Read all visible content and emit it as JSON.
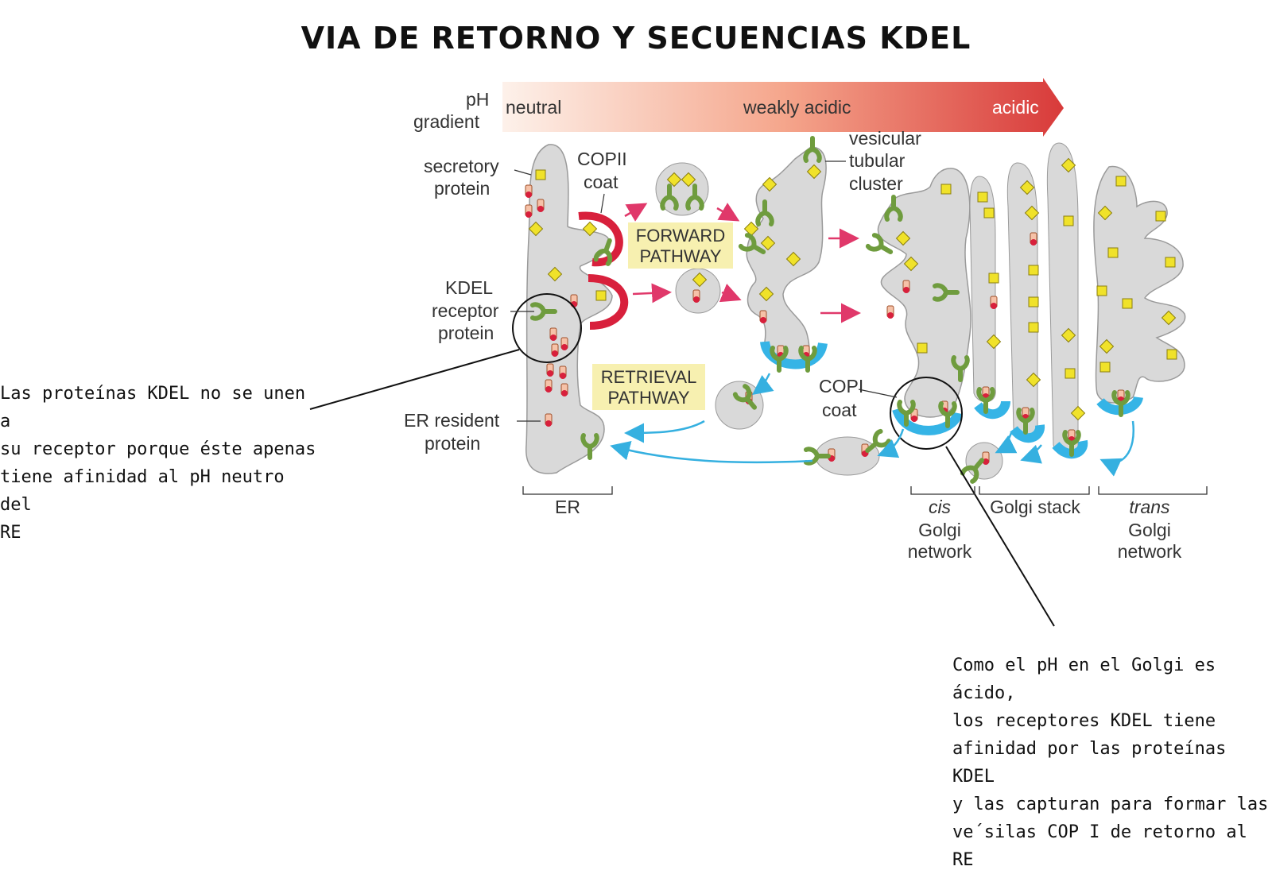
{
  "title": "VIA DE RETORNO Y SECUENCIAS KDEL",
  "ph_gradient": {
    "label_line1": "pH",
    "label_line2": "gradient",
    "stops": [
      "neutral",
      "weakly acidic",
      "acidic"
    ],
    "colors": {
      "start": "#fbe6dc",
      "end": "#d83a3a"
    }
  },
  "labels": {
    "secretory_1": "secretory",
    "secretory_2": "protein",
    "copii_1": "COPII",
    "copii_2": "coat",
    "vtc_1": "vesicular",
    "vtc_2": "tubular",
    "vtc_3": "cluster",
    "kdel_1": "KDEL",
    "kdel_2": "receptor",
    "kdel_3": "protein",
    "forward_1": "FORWARD",
    "forward_2": "PATHWAY",
    "retrieval_1": "RETRIEVAL",
    "retrieval_2": "PATHWAY",
    "copi_1": "COPI",
    "copi_2": "coat",
    "er_resident_1": "ER resident",
    "er_resident_2": "protein"
  },
  "compartments": {
    "er": "ER",
    "cis_1": "cis",
    "cis_2": "Golgi",
    "cis_3": "network",
    "stack": "Golgi stack",
    "trans_1": "trans",
    "trans_2": "Golgi",
    "trans_3": "network"
  },
  "notes": {
    "left": "Las proteínas KDEL no se unen a\nsu receptor porque éste apenas\ntiene afinidad al pH neutro del\nRE",
    "right": "Como el pH en el Golgi es ácido,\nlos receptores KDEL tiene\nafinidad por las proteínas KDEL\ny las capturan para formar las\nve´silas COP I de retorno al RE"
  },
  "colors": {
    "membrane": "#d9d9d9",
    "membrane_edge": "#9a9a9a",
    "copii": "#d8203c",
    "copi": "#35b4e6",
    "receptor": "#7aa84a",
    "secretory": "#f0e22a",
    "forward_arrow": "#e0386a",
    "retrieval_arrow": "#35b0e0",
    "pathway_box": "#f7f0b0"
  }
}
